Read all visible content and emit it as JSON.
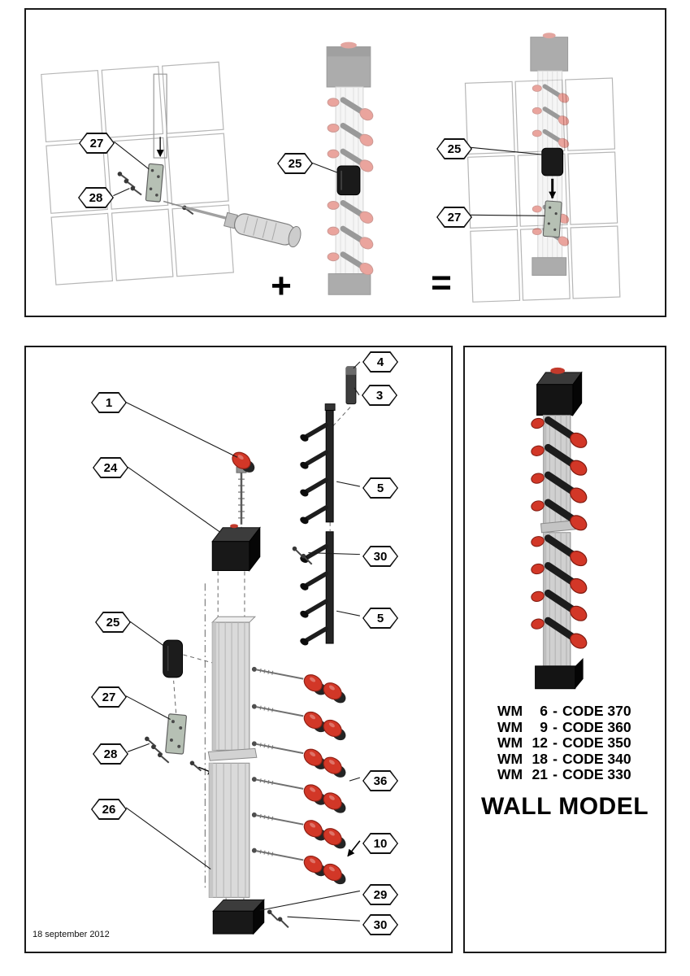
{
  "top_panel": {
    "plus_sign": "+",
    "equals_sign": "=",
    "callouts": {
      "c27": "27",
      "c28": "28",
      "c25": "25",
      "c25_result": "25",
      "c27_result": "27"
    }
  },
  "exploded_panel": {
    "date_note": "18 september 2012",
    "callouts": {
      "c1": "1",
      "c3": "3",
      "c4": "4",
      "c5_upper": "5",
      "c5_lower": "5",
      "c10": "10",
      "c24": "24",
      "c25": "25",
      "c26": "26",
      "c27": "27",
      "c28": "28",
      "c29": "29",
      "c30_upper": "30",
      "c30_lower": "30",
      "c36": "36"
    }
  },
  "model_panel": {
    "separator": "-",
    "codes": [
      {
        "prefix": "WM",
        "size": "6",
        "code": "CODE 370"
      },
      {
        "prefix": "WM",
        "size": "9",
        "code": "CODE 360"
      },
      {
        "prefix": "WM",
        "size": "12",
        "code": "CODE 350"
      },
      {
        "prefix": "WM",
        "size": "18",
        "code": "CODE 340"
      },
      {
        "prefix": "WM",
        "size": "21",
        "code": "CODE 330"
      }
    ],
    "title": "WALL MODEL"
  },
  "colors": {
    "knob_red": "#d23727",
    "part_black": "#161616",
    "rail_gray": "#d8d8d8",
    "plate_gray_green": "#b6c0b4"
  }
}
